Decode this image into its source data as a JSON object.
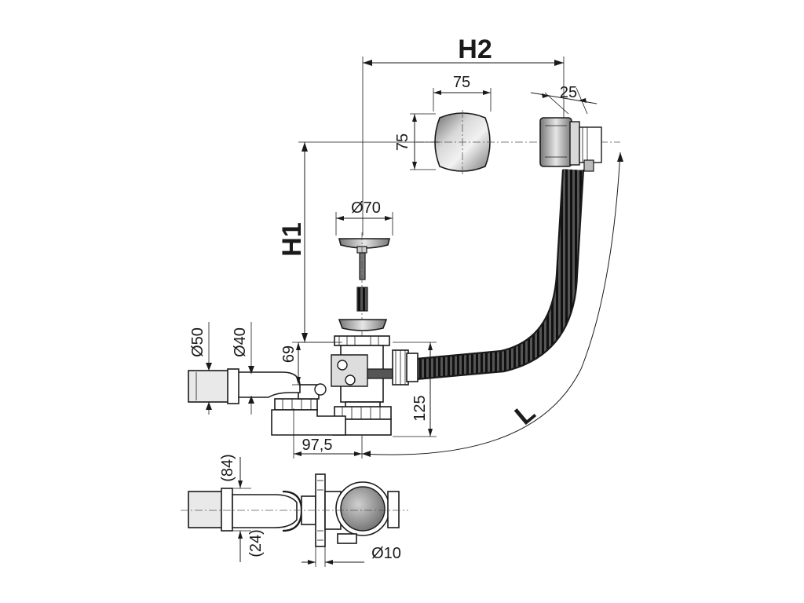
{
  "dimensions": {
    "h2": "H2",
    "cap_width": "75",
    "cap_height": "75",
    "overflow_depth": "25",
    "h1": "H1",
    "drain_diameter": "Ø70",
    "outlet_50": "Ø50",
    "outlet_40": "Ø40",
    "height_69": "69",
    "height_125": "125",
    "offset_97_5": "97,5",
    "length_l": "L",
    "plan_84": "(84)",
    "plan_24": "(24)",
    "plan_10": "Ø10"
  },
  "colors": {
    "line": "#1a1a1a",
    "metal_light": "#e9e9e9",
    "metal_dark": "#8a8a8a"
  }
}
